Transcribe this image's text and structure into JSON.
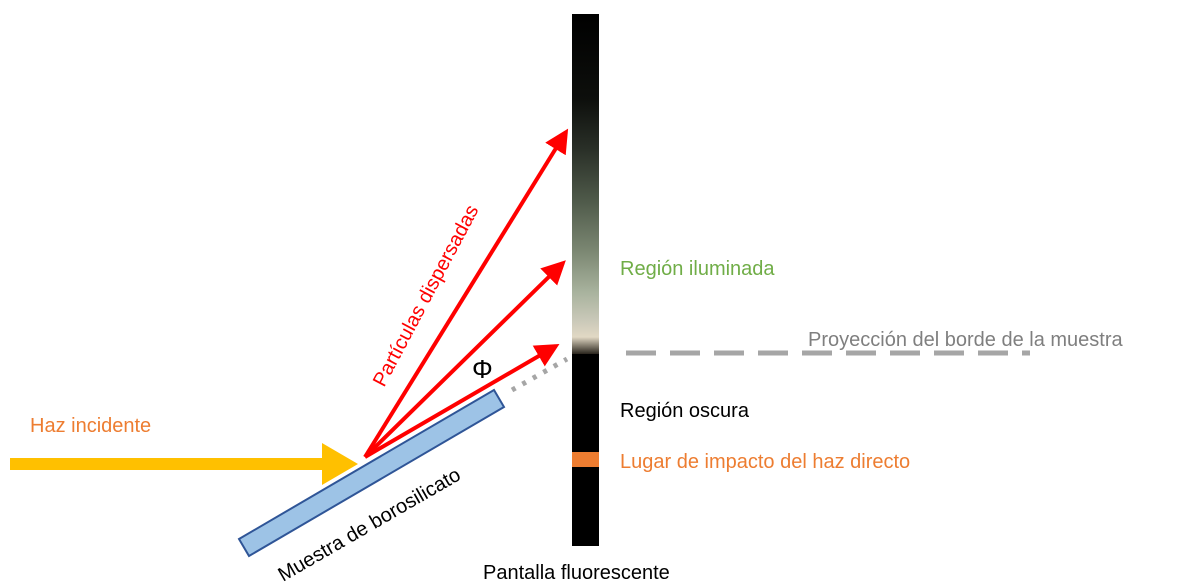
{
  "diagram": {
    "labels": {
      "incident_beam": "Haz incidente",
      "scattered_particles": "Partículas dispersadas",
      "sample": "Muestra de borosilicato",
      "angle_symbol": "Φ",
      "illuminated_region": "Región iluminada",
      "edge_projection": "Proyección del borde de la muestra",
      "dark_region": "Región oscura",
      "impact_site": "Lugar de impacto del haz directo",
      "screen": "Pantalla fluorescente"
    },
    "colors": {
      "incident_beam": "#FFC000",
      "scattered_arrows": "#FF0000",
      "sample_fill": "#9DC3E6",
      "sample_stroke": "#2F5597",
      "screen_dark": "#000000",
      "illuminated_label": "#70AD47",
      "impact_marker": "#ED7D31",
      "incident_label": "#ED7D31",
      "projection_line": "#A6A6A6",
      "projection_label": "#7F7F7F",
      "text_dark": "#000000"
    }
  }
}
